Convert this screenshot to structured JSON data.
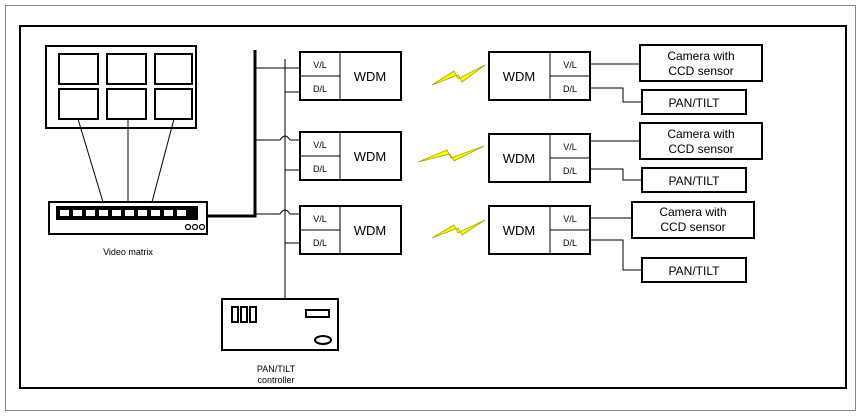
{
  "video_matrix": {
    "label": "Video matrix"
  },
  "controller": {
    "label_line1": "PAN/TILT",
    "label_line2": "controller"
  },
  "channels": [
    {
      "tx_top": "V/L",
      "tx_bottom": "D/L",
      "tx_wdm": "WDM",
      "rx_wdm": "WDM",
      "rx_top": "V/L",
      "rx_bottom": "D/L",
      "camera_line1": "Camera with",
      "camera_line2": "CCD sensor",
      "pantilt": "PAN/TILT"
    },
    {
      "tx_top": "V/L",
      "tx_bottom": "D/L",
      "tx_wdm": "WDM",
      "rx_wdm": "WDM",
      "rx_top": "V/L",
      "rx_bottom": "D/L",
      "camera_line1": "Camera with",
      "camera_line2": "CCD sensor",
      "pantilt": "PAN/TILT"
    },
    {
      "tx_top": "V/L",
      "tx_bottom": "D/L",
      "tx_wdm": "WDM",
      "rx_wdm": "WDM",
      "rx_top": "V/L",
      "rx_bottom": "D/L",
      "camera_line1": "Camera with",
      "camera_line2": "CCD sensor",
      "pantilt": "PAN/TILT"
    }
  ],
  "colors": {
    "lightning": "#ffff00",
    "lightning_stroke": "#a6a600",
    "line": "#000000"
  }
}
